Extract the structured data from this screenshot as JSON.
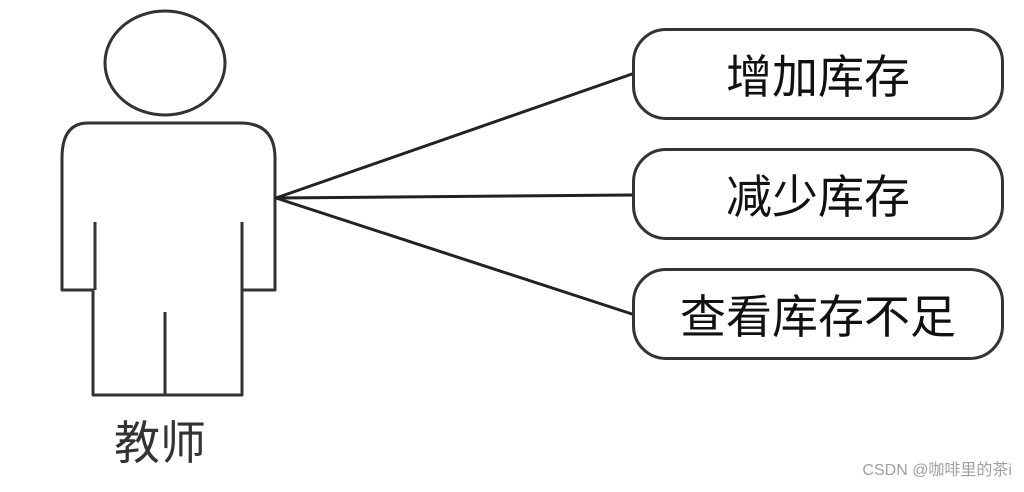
{
  "diagram": {
    "actor": {
      "label": "教师",
      "icon": "actor-person-icon"
    },
    "use_cases": [
      {
        "label": "增加库存"
      },
      {
        "label": "减少库存"
      },
      {
        "label": "查看库存不足"
      }
    ],
    "associations": [
      {
        "from": "教师",
        "to": "增加库存"
      },
      {
        "from": "教师",
        "to": "减少库存"
      },
      {
        "from": "教师",
        "to": "查看库存不足"
      }
    ],
    "colors": {
      "stroke": "#333333",
      "text": "#111111",
      "background": "#ffffff",
      "watermark": "#a0a0a0"
    }
  },
  "watermark": "CSDN @咖啡里的茶i"
}
